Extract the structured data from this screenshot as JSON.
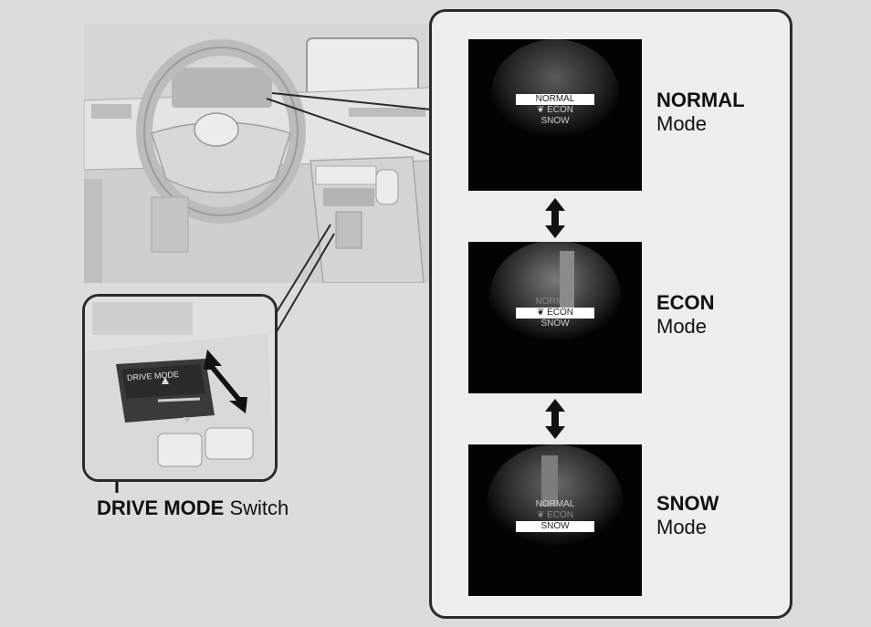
{
  "switch_caption": {
    "bold": "DRIVE MODE",
    "rest": " Switch"
  },
  "switch_face_label": "DRIVE MODE",
  "screen_menu": {
    "normal": "NORMAL",
    "econ": "ECON",
    "snow": "SNOW",
    "econ_glyph": "❦"
  },
  "modes": [
    {
      "name": "NORMAL",
      "suffix": "Mode",
      "selected": "normal"
    },
    {
      "name": "ECON",
      "suffix": "Mode",
      "selected": "econ"
    },
    {
      "name": "SNOW",
      "suffix": "Mode",
      "selected": "snow"
    }
  ],
  "colors": {
    "background": "#dcdcdc",
    "outline": "#2b2b2b",
    "screen": "#030303",
    "highlight": "#ffffff"
  }
}
